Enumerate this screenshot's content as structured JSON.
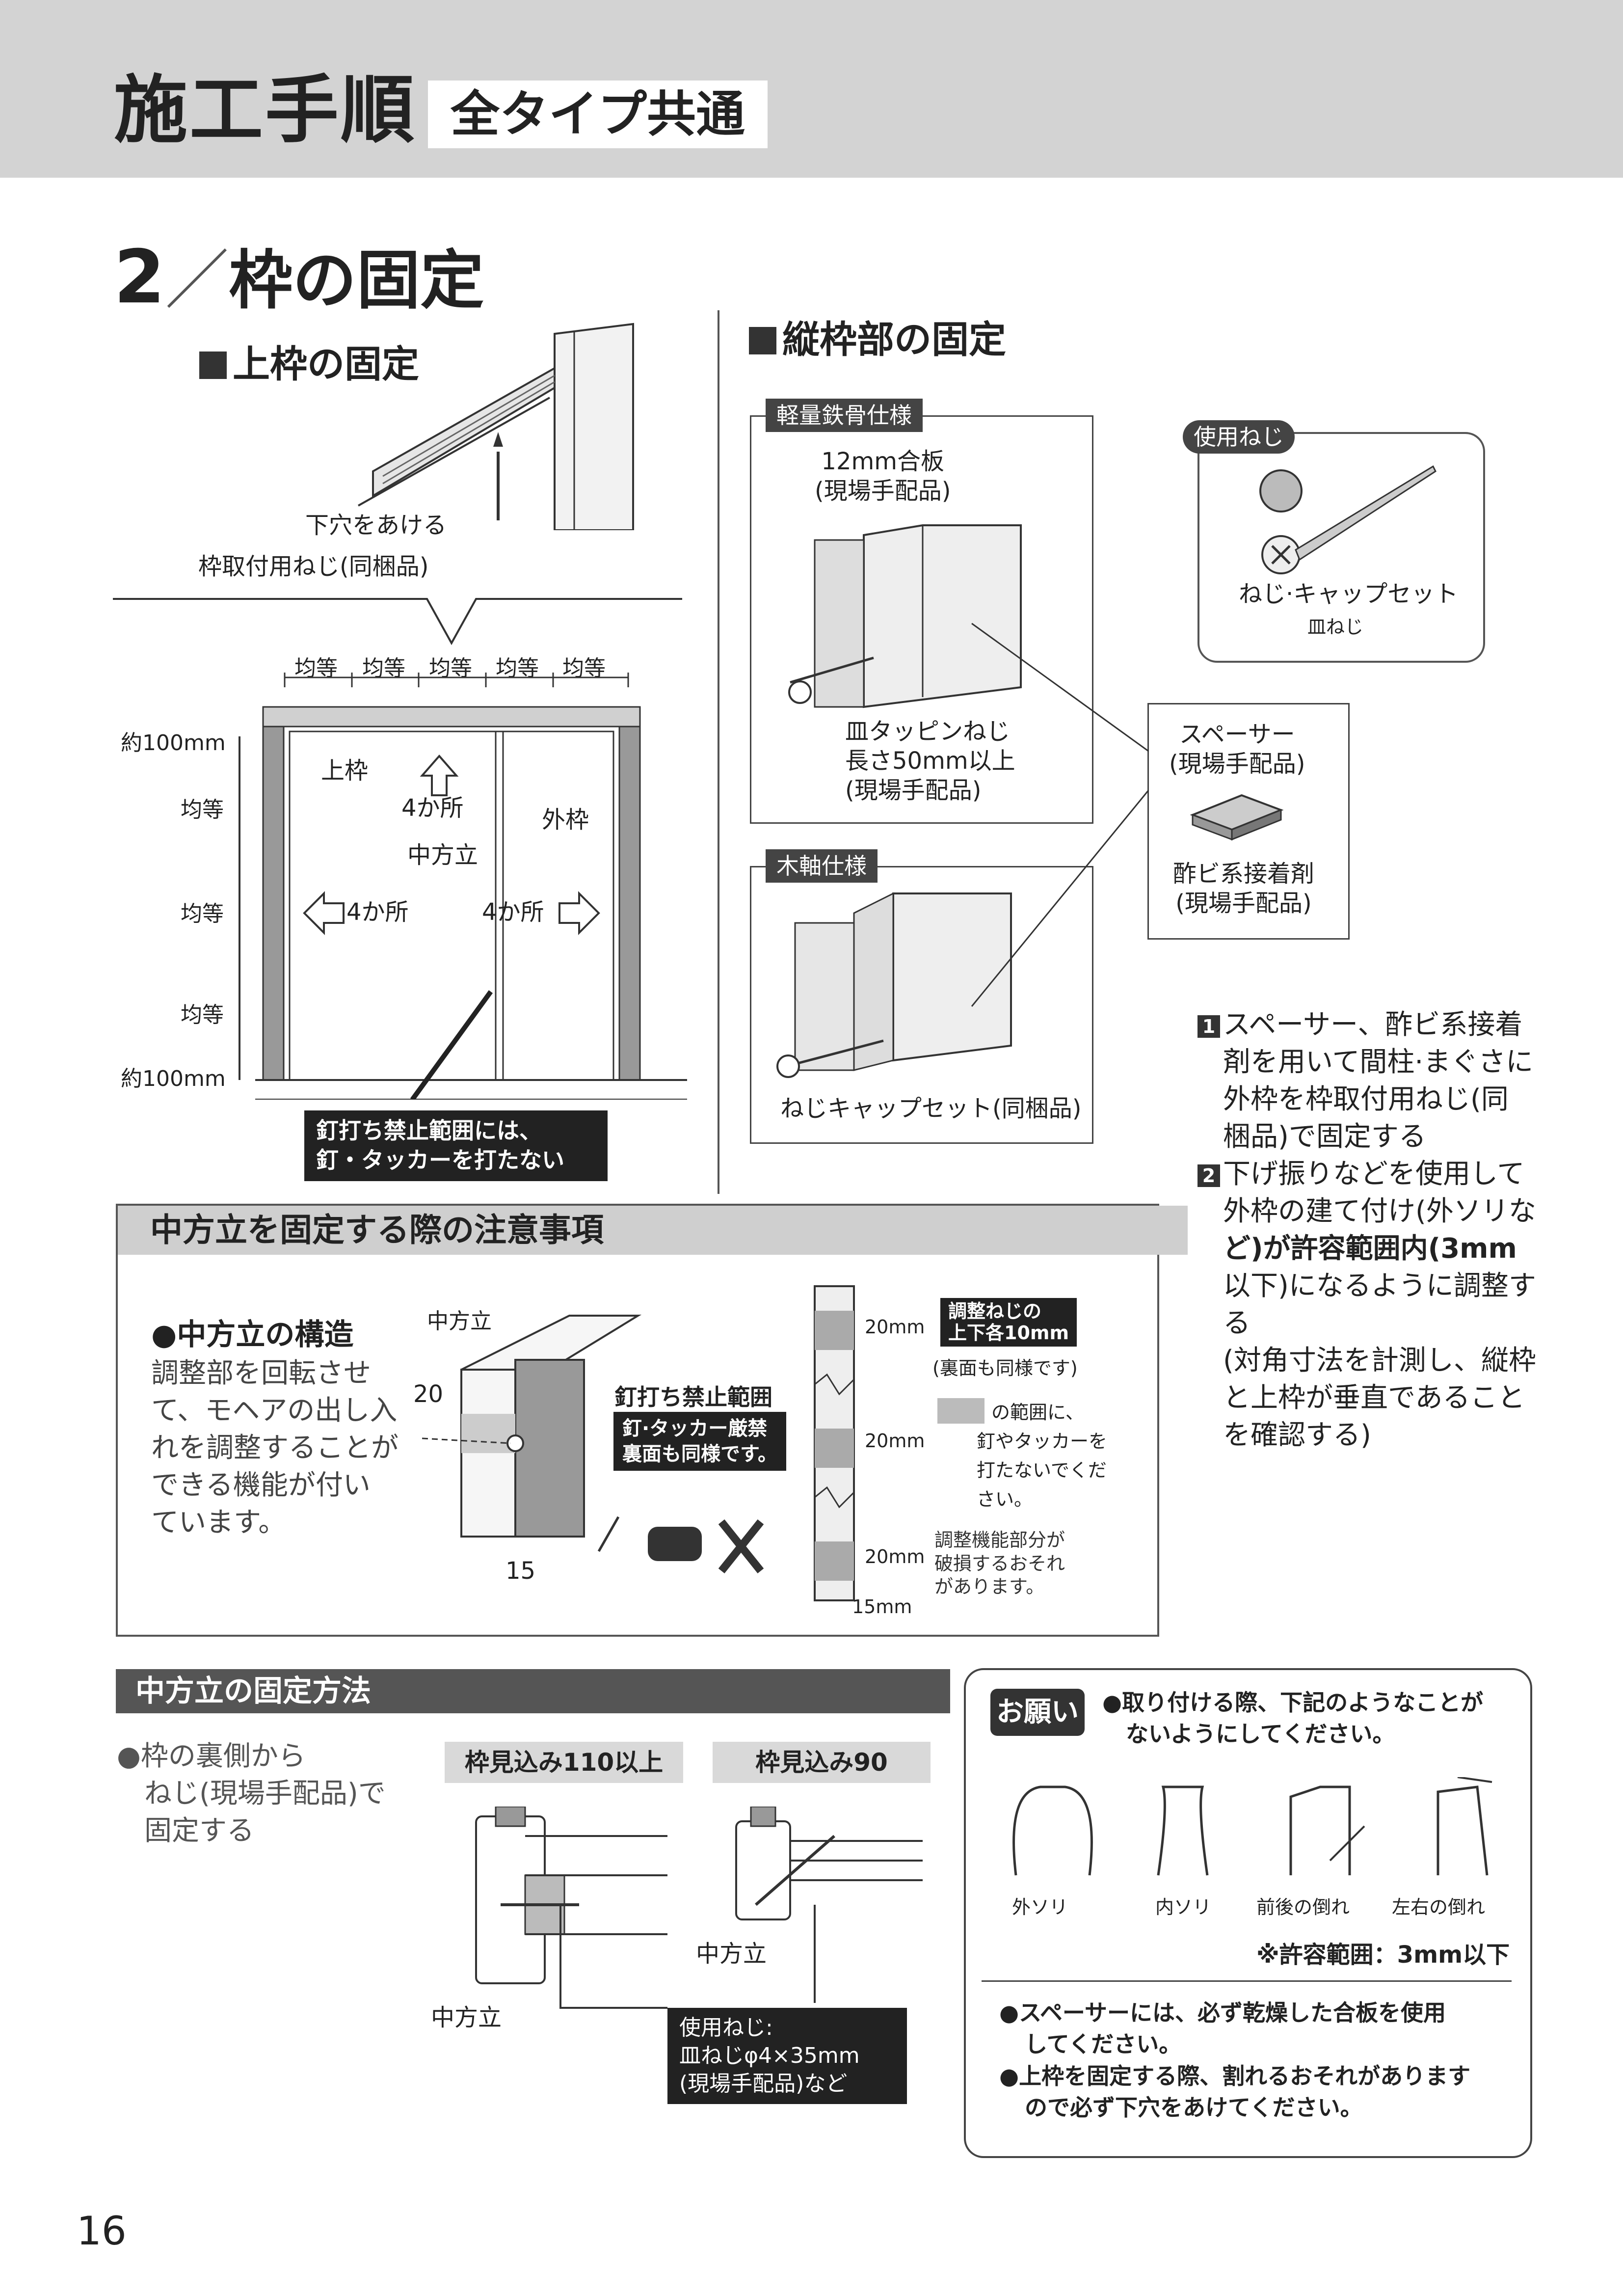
{
  "header": {
    "title": "施工手順",
    "badge": "全タイプ共通"
  },
  "section": {
    "number": "2",
    "slash": "／",
    "title": "枠の固定"
  },
  "top_frame": {
    "heading": "上枠の固定",
    "drill_note": "下穴をあける",
    "screw_note": "枠取付用ねじ(同梱品)",
    "equal": [
      "均等",
      "均等",
      "均等",
      "均等",
      "均等"
    ],
    "left_dims": [
      "約100mm",
      "均等",
      "均等",
      "均等",
      "約100mm"
    ],
    "label_top": "上枠",
    "count_top": "4か所",
    "label_outer": "外枠",
    "label_center": "中方立",
    "count_left": "4か所",
    "count_right": "4か所",
    "warning": [
      "釘打ち禁止範囲には、",
      "釘・タッカーを打たない"
    ]
  },
  "vertical_frame": {
    "heading": "縦枠部の固定",
    "steel": {
      "tag": "軽量鉄骨仕様",
      "plywood": [
        "12mm合板",
        "(現場手配品)"
      ],
      "screw": [
        "皿タッピンねじ",
        "長さ50mm以上",
        "(現場手配品)"
      ]
    },
    "wood": {
      "tag": "木軸仕様",
      "screw": "ねじキャップセット(同梱品)"
    },
    "screws_used": {
      "tag": "使用ねじ",
      "name": "ねじ·キャップセット",
      "sub": "皿ねじ"
    },
    "spacer": {
      "name": [
        "スペーサー",
        "(現場手配品)"
      ],
      "adhesive": [
        "酢ビ系接着剤",
        "(現場手配品)"
      ]
    },
    "steps": [
      {
        "num": "1",
        "lines": [
          "スペーサー、酢ビ系接着",
          "剤を用いて間柱·まぐさに",
          "外枠を枠取付用ねじ(同",
          "梱品)で固定する"
        ]
      },
      {
        "num": "2",
        "lines": [
          "下げ振りなどを使用して",
          "外枠の建て付け(外ソリな",
          "ど)が許容範囲内(3mm",
          "以下)になるように調整す",
          "る",
          "(対角寸法を計測し、縦枠",
          "と上枠が垂直であること",
          "を確認する)"
        ]
      }
    ]
  },
  "caution": {
    "title": "中方立を固定する際の注意事項",
    "structure_title": "●中方立の構造",
    "structure_text": [
      "調整部を回転させ",
      "て、モヘアの出し入",
      "れを調整することが",
      "できる機能が付い",
      "ています。"
    ],
    "label_center": "中方立",
    "dim_20": "20",
    "dim_15": "15",
    "no_nail_title": "釘打ち禁止範囲",
    "no_nail_text": [
      "釘·タッカー厳禁",
      "裏面も同様です。"
    ],
    "dims": [
      "20mm",
      "20mm",
      "20mm",
      "15mm"
    ],
    "adjust_label": [
      "調整ねじの",
      "上下各10mm"
    ],
    "reverse_note": "(裏面も同様です)",
    "range_text": [
      "の範囲に、",
      "釘やタッカーを",
      "打たないでくだ",
      "さい。"
    ],
    "damage_text": [
      "調整機能部分が",
      "破損するおそれ",
      "があります。"
    ]
  },
  "fix_method": {
    "title": "中方立の固定方法",
    "text": [
      "●枠の裏側から",
      "ねじ(現場手配品)で",
      "固定する"
    ],
    "col1": "枠見込み110以上",
    "col2": "枠見込み90",
    "label_a": "中方立",
    "label_b": "中方立",
    "screw_label": [
      "使用ねじ:",
      "皿ねじφ4×35mm",
      "(現場手配品)など"
    ]
  },
  "request": {
    "badge": "お願い",
    "intro": [
      "●取り付ける際、下記のようなことが",
      "ないようにしてください。"
    ],
    "cases": [
      "外ソリ",
      "内ソリ",
      "前後の倒れ",
      "左右の倒れ"
    ],
    "tolerance": "※許容範囲：3mm以下",
    "notes": [
      "●スペーサーには、必ず乾燥した合板を使用",
      "してください。",
      "●上枠を固定する際、割れるおそれがあります",
      "ので必ず下穴をあけてください。"
    ]
  },
  "page_number": "16"
}
